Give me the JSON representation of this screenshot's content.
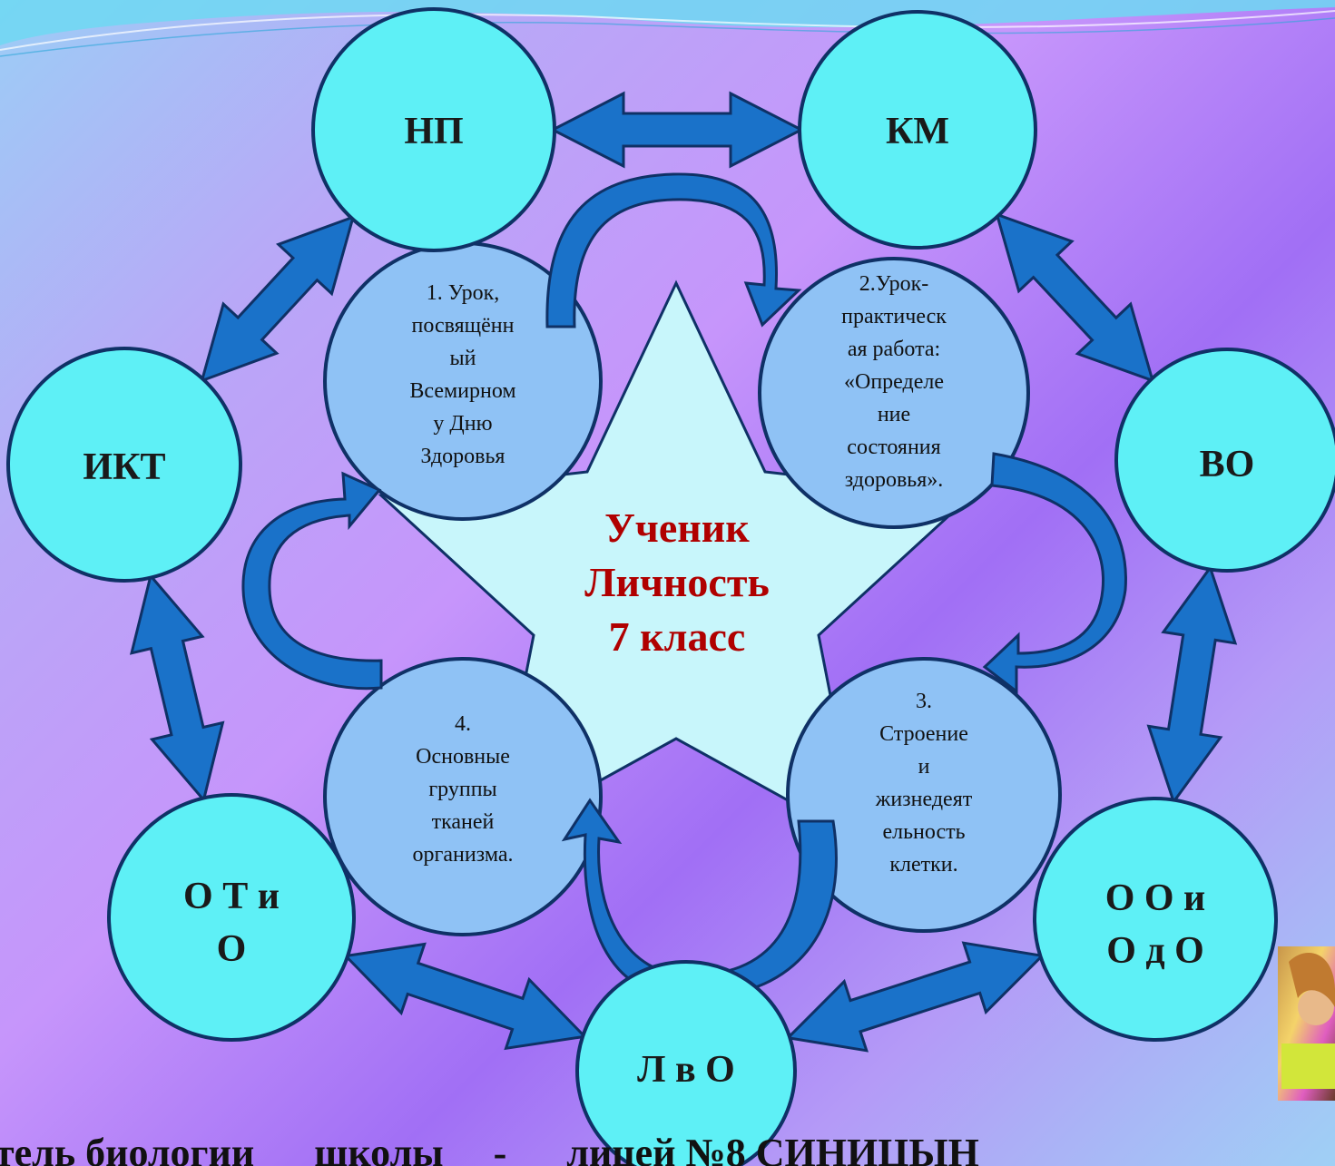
{
  "outer_nodes": [
    {
      "id": "np",
      "lines": [
        "НП"
      ],
      "bold": true
    },
    {
      "id": "km",
      "lines": [
        "КМ"
      ],
      "bold": true
    },
    {
      "id": "vo",
      "lines": [
        "ВО"
      ],
      "bold": false
    },
    {
      "id": "oo",
      "lines": [
        "О О и",
        "О д О"
      ],
      "bold": true
    },
    {
      "id": "lvo",
      "lines": [
        "Л в О"
      ],
      "bold": true
    },
    {
      "id": "oto",
      "lines": [
        "О Т и",
        "О"
      ],
      "bold": true
    },
    {
      "id": "ikt",
      "lines": [
        "ИКТ"
      ],
      "bold": true
    }
  ],
  "inner_nodes": [
    {
      "id": "lesson1",
      "lines": [
        "1. Урок,",
        "посвящённ",
        "ый",
        "Всемирном",
        "у Дню",
        "Здоровья"
      ]
    },
    {
      "id": "lesson2",
      "lines": [
        "2.Урок-",
        "практическ",
        "ая работа:",
        "«Определе",
        "ние",
        "состояния",
        "здоровья»."
      ]
    },
    {
      "id": "lesson3",
      "lines": [
        "3.",
        "Строение",
        "и",
        "жизнедеят",
        "ельность",
        "клетки."
      ]
    },
    {
      "id": "lesson4",
      "lines": [
        "4.",
        "Основные",
        "группы",
        "тканей",
        "организма."
      ]
    }
  ],
  "center": {
    "lines": [
      "Ученик",
      "Личность",
      "7 класс"
    ]
  },
  "footer": {
    "text": "тель биологии      школы     -      лицей №8 СИНИЦЫН"
  },
  "colors": {
    "outer_fill": "#5ef0f6",
    "inner_fill": "#8fc2f5",
    "star_fill": "#c8f6fb",
    "arrow_fill": "#1a72c9",
    "stroke": "#0f3166",
    "center_text": "#b00000"
  }
}
